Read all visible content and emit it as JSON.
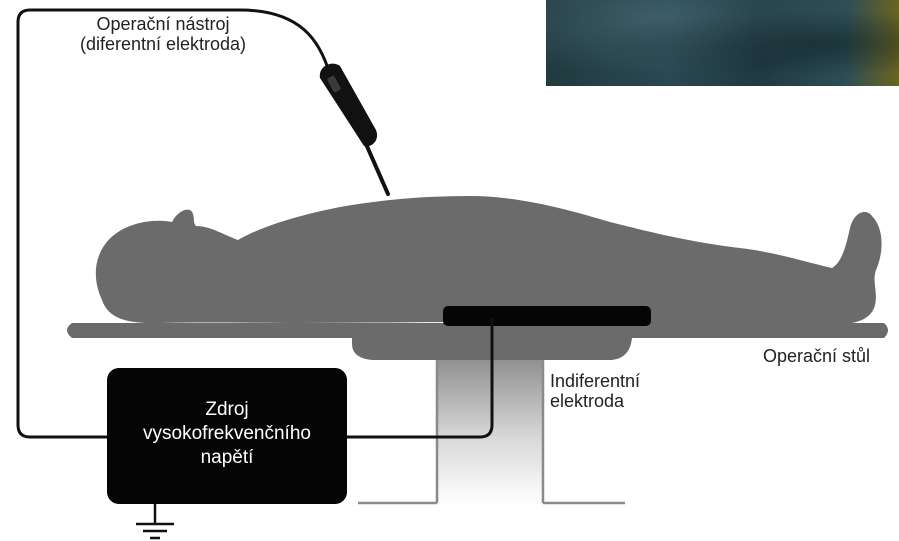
{
  "labels": {
    "tool_line1": "Operační nástroj",
    "tool_line2": "(diferentní elektroda)",
    "indifferent_line1": "Indiferentní",
    "indifferent_line2": "elektroda",
    "table": "Operační stůl",
    "power_line1": "Zdroj",
    "power_line2": "vysokofrekvenčního",
    "power_line3": "napětí"
  },
  "colors": {
    "body": "#6b6b6b",
    "table": "#6b6b6b",
    "wire": "#111111",
    "box": "#050505",
    "pedestal_top": "#9a9a9a"
  }
}
